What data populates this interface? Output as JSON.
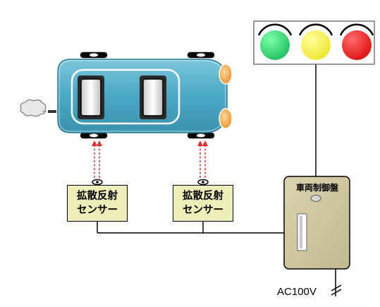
{
  "sensors": [
    {
      "line1": "拡散反射",
      "line2": "センサー"
    },
    {
      "line1": "拡散反射",
      "line2": "センサー"
    }
  ],
  "controller": {
    "label": "車両制御盤"
  },
  "power": {
    "label": "AC100V"
  },
  "signal_light": {
    "lamps": [
      "green",
      "yellow",
      "red"
    ]
  },
  "colors": {
    "car_body": "#4aa8c4",
    "sensor_fill": "#eeeeb8",
    "controller_fill": "#cfc6a0",
    "beam": "#e03030",
    "lamp_green": "#2fd46a",
    "lamp_yellow": "#fbf34a",
    "lamp_red": "#ee1c1c"
  }
}
